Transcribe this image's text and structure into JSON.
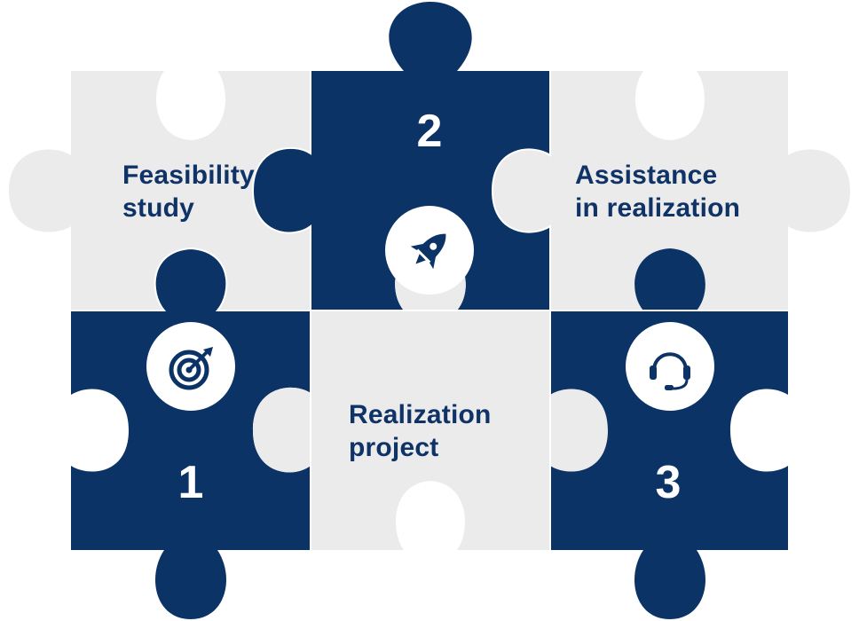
{
  "colors": {
    "navy": "#0b3366",
    "light": "#ebebeb",
    "white": "#ffffff"
  },
  "pieces": [
    {
      "id": "feasibility-study",
      "tone": "light",
      "label": "Feasibility\nstudy"
    },
    {
      "id": "step-2",
      "tone": "navy",
      "number": "2",
      "icon": "rocket-icon"
    },
    {
      "id": "assistance-in-realization",
      "tone": "light",
      "label": "Assistance\nin realization"
    },
    {
      "id": "step-1",
      "tone": "navy",
      "number": "1",
      "icon": "target-icon"
    },
    {
      "id": "realization-project",
      "tone": "light",
      "label": "Realization\nproject"
    },
    {
      "id": "step-3",
      "tone": "navy",
      "number": "3",
      "icon": "headset-icon"
    }
  ]
}
